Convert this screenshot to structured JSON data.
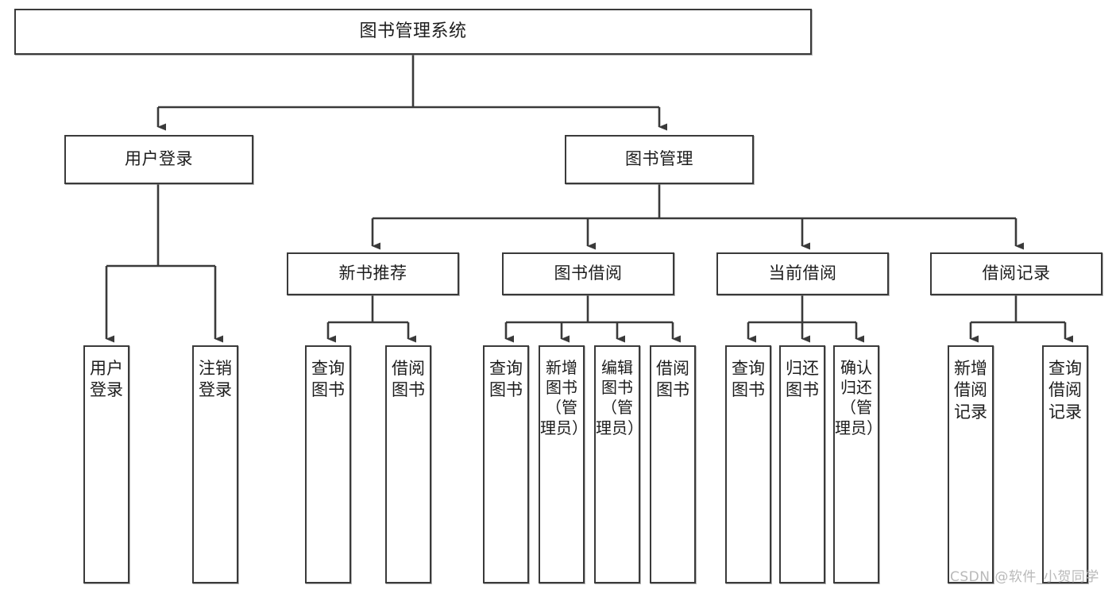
{
  "diagram": {
    "title": "图书管理系统",
    "watermark": "CSDN @软件_小贺同学",
    "levels": {
      "root": "图书管理系统",
      "level2": [
        "用户登录",
        "图书管理"
      ],
      "level3": [
        "新书推荐",
        "图书借阅",
        "当前借阅",
        "借阅记录"
      ]
    },
    "nodes": {
      "root": {
        "label": "图书管理系统"
      },
      "user_login": {
        "label": "用户登录"
      },
      "book_manage": {
        "label": "图书管理"
      },
      "new_book_rec": {
        "label": "新书推荐"
      },
      "book_borrow": {
        "label": "图书借阅"
      },
      "current_borrow": {
        "label": "当前借阅"
      },
      "borrow_record": {
        "label": "借阅记录"
      },
      "leaf_user_login": {
        "label": "用户登录"
      },
      "leaf_logout": {
        "label": "注销登录"
      },
      "leaf_query_book_1": {
        "label": "查询图书"
      },
      "leaf_borrow_book_1": {
        "label": "借阅图书"
      },
      "leaf_query_book_2": {
        "label": "查询图书"
      },
      "leaf_add_book": {
        "label": "新增图书（管理员）"
      },
      "leaf_edit_book": {
        "label": "编辑图书（管理员）"
      },
      "leaf_borrow_book_2": {
        "label": "借阅图书"
      },
      "leaf_query_book_3": {
        "label": "查询图书"
      },
      "leaf_return_book": {
        "label": "归还图书"
      },
      "leaf_confirm_return": {
        "label": "确认归还（管理员）"
      },
      "leaf_add_record": {
        "label": "新增借阅记录"
      },
      "leaf_query_record": {
        "label": "查询借阅记录"
      }
    },
    "colors": {
      "stroke": "#3a3a3a",
      "fill": "#ffffff",
      "text": "#1d1d1d",
      "watermark": "#b9b9b9"
    }
  }
}
